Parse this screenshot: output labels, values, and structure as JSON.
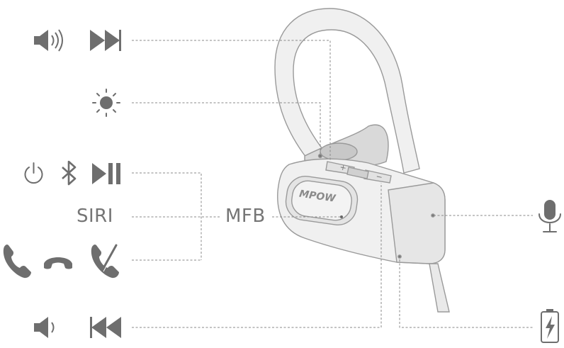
{
  "diagram": {
    "labels": {
      "siri": "SIRI",
      "mfb": "MFB"
    },
    "brand_logo": "MPOW",
    "button_marks": {
      "plus": "+",
      "minus": "−"
    },
    "icons": [
      "volume-up-icon",
      "next-track-icon",
      "led-indicator-icon",
      "power-icon",
      "bluetooth-icon",
      "play-pause-icon",
      "answer-call-icon",
      "end-call-icon",
      "reject-call-icon",
      "volume-down-icon",
      "previous-track-icon",
      "microphone-icon",
      "charging-battery-icon"
    ],
    "colors": {
      "icon": "#6e6e6e",
      "line": "#8a8a8a",
      "outline": "#9a9a9a",
      "body_fill": "#f0f0f0"
    }
  }
}
